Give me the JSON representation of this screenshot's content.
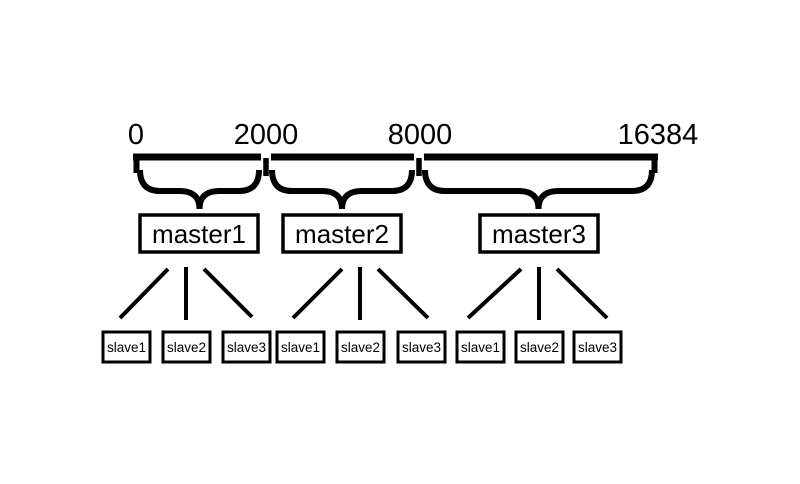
{
  "colors": {
    "background": "#ffffff",
    "ink": "#000000"
  },
  "slot_axis": {
    "tick_labels": [
      "0",
      "2000",
      "8000",
      "16384"
    ]
  },
  "clusters": [
    {
      "master": "master1",
      "slaves": [
        "slave1",
        "slave2",
        "slave3"
      ]
    },
    {
      "master": "master2",
      "slaves": [
        "slave1",
        "slave2",
        "slave3"
      ]
    },
    {
      "master": "master3",
      "slaves": [
        "slave1",
        "slave2",
        "slave3"
      ]
    }
  ]
}
